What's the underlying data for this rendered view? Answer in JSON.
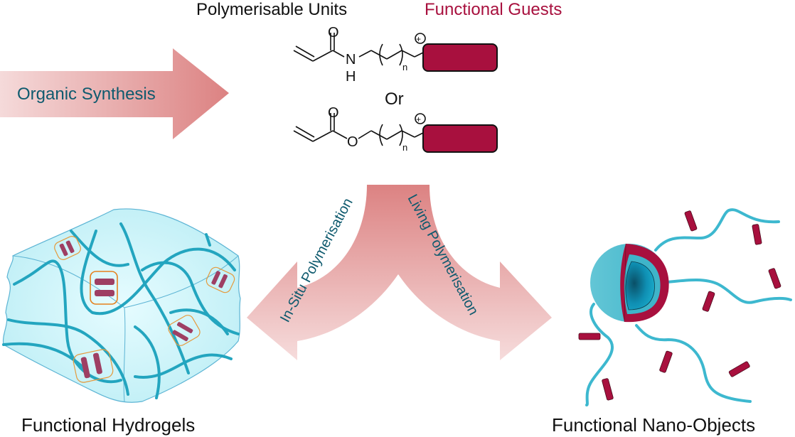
{
  "headings": {
    "polymerisable_units": "Polymerisable Units",
    "functional_guests": "Functional Guests",
    "or": "Or"
  },
  "molecules": [
    {
      "name": "acrylamide-monomer",
      "heteroatom": "N",
      "hydrogen": "H",
      "carbonyl_oxygen": "O",
      "repeat_subscript": "n",
      "charge": "+"
    },
    {
      "name": "acrylate-monomer",
      "heteroatom": "O",
      "carbonyl_oxygen": "O",
      "repeat_subscript": "n",
      "charge": "+"
    }
  ],
  "arrows": {
    "organic_synthesis": "Organic Synthesis",
    "in_situ": "In-Situ Polymerisation",
    "living": "Living Polymerisation"
  },
  "captions": {
    "hydrogels": "Functional Hydrogels",
    "nano_objects": "Functional Nano-Objects"
  },
  "colors": {
    "guest_crimson": "#a8103e",
    "label_teal": "#0e5a6e",
    "arrow_pink_dark": "#dc8282",
    "arrow_pink_light": "#f5dada",
    "polymer_cyan": "#2fb0c9",
    "gel_fill": "#c9f3f8",
    "host_orange": "#e59a3c"
  }
}
